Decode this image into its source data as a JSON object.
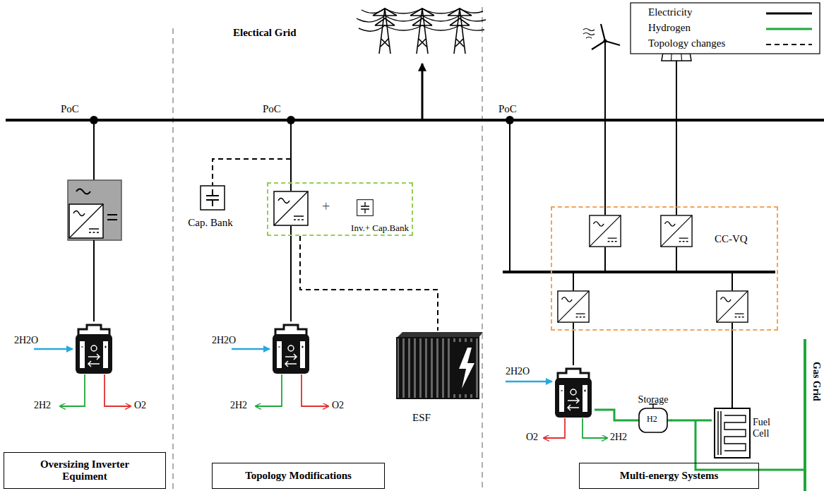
{
  "diagram": {
    "nodes": [
      {
        "text": [
          "Cap. Bank"
        ]
      },
      {
        "text": [
          "Inv.+ Cap.Bank"
        ]
      },
      {
        "text": [
          "CC-VQ"
        ]
      },
      {
        "text": [
          "ESF"
        ]
      },
      {
        "text": [
          "Storage"
        ]
      },
      {
        "text": [
          "Fuel Cell"
        ]
      },
      {
        "text": [
          "Oversizing Inverter Equiment"
        ]
      },
      {
        "text": [
          "Topology Modifications"
        ]
      },
      {
        "text": [
          "Multi-energy Systems"
        ]
      }
    ],
    "edges": [
      {
        "from": 1,
        "to": 3,
        "arrow": "none"
      },
      {
        "from": 4,
        "to": 5,
        "arrow": "none"
      }
    ],
    "labels": [
      "Electical Grid",
      "PoC",
      "PoC",
      "PoC",
      "2H2O",
      "2H2O",
      "2H2O",
      "2H2",
      "2H2",
      "2H2",
      "O2",
      "O2",
      "O2",
      "+",
      "H2",
      "Gas Grid"
    ],
    "legend": [
      {
        "text": "Electricity"
      },
      {
        "text": "Hydrogen"
      },
      {
        "text": "Topology changes"
      }
    ]
  }
}
